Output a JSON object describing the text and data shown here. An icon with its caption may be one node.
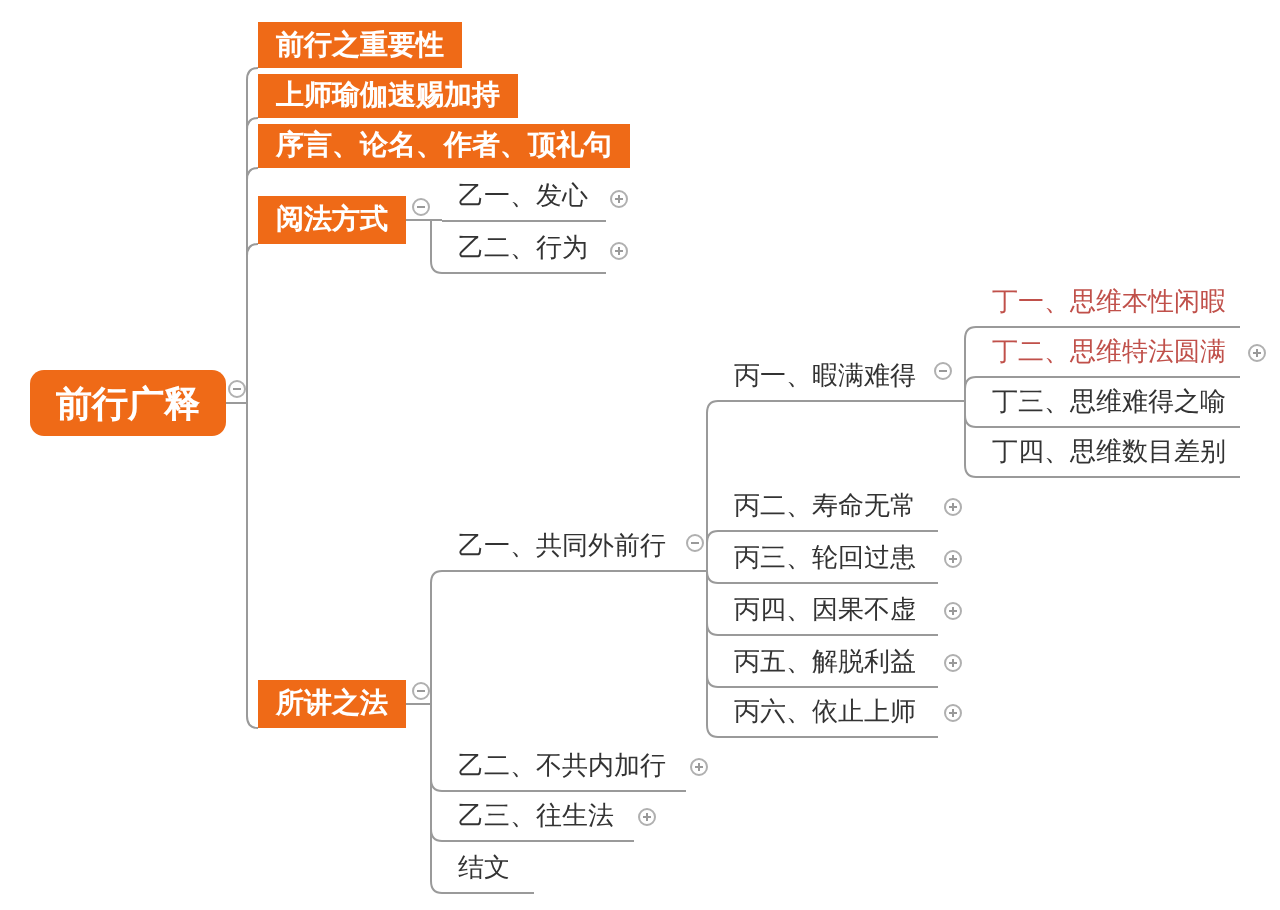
{
  "diagram": {
    "nodes": [
      {
        "text": [
          "前行广释"
        ]
      },
      {
        "text": [
          "前行之重要性"
        ]
      },
      {
        "text": [
          "上师瑜伽速赐加持"
        ]
      },
      {
        "text": [
          "序言、论名、作者、顶礼句"
        ]
      },
      {
        "text": [
          "阅法方式"
        ]
      },
      {
        "text": [
          "乙一、发心"
        ]
      },
      {
        "text": [
          "乙二、行为"
        ]
      },
      {
        "text": [
          "所讲之法"
        ]
      },
      {
        "text": [
          "乙一、共同外前行"
        ]
      },
      {
        "text": [
          "丙一、暇满难得"
        ]
      },
      {
        "text": [
          "丁一、思维本性闲暇"
        ]
      },
      {
        "text": [
          "丁二、思维特法圆满"
        ]
      },
      {
        "text": [
          "丁三、思维难得之喻"
        ]
      },
      {
        "text": [
          "丁四、思维数目差别"
        ]
      },
      {
        "text": [
          "丙二、寿命无常"
        ]
      },
      {
        "text": [
          "丙三、轮回过患"
        ]
      },
      {
        "text": [
          "丙四、因果不虚"
        ]
      },
      {
        "text": [
          "丙五、解脱利益"
        ]
      },
      {
        "text": [
          "丙六、依止上师"
        ]
      },
      {
        "text": [
          "乙二、不共内加行"
        ]
      },
      {
        "text": [
          "乙三、往生法"
        ]
      },
      {
        "text": [
          "结文"
        ]
      }
    ],
    "edges": [
      {
        "from": 0,
        "to": 1,
        "arrow": "none"
      },
      {
        "from": 0,
        "to": 2,
        "arrow": "none"
      },
      {
        "from": 0,
        "to": 3,
        "arrow": "none"
      },
      {
        "from": 0,
        "to": 4,
        "arrow": "none"
      },
      {
        "from": 0,
        "to": 7,
        "arrow": "none"
      },
      {
        "from": 4,
        "to": 5,
        "arrow": "none"
      },
      {
        "from": 4,
        "to": 6,
        "arrow": "none"
      },
      {
        "from": 7,
        "to": 8,
        "arrow": "none"
      },
      {
        "from": 7,
        "to": 19,
        "arrow": "none"
      },
      {
        "from": 7,
        "to": 20,
        "arrow": "none"
      },
      {
        "from": 7,
        "to": 21,
        "arrow": "none"
      },
      {
        "from": 8,
        "to": 9,
        "arrow": "none"
      },
      {
        "from": 8,
        "to": 14,
        "arrow": "none"
      },
      {
        "from": 8,
        "to": 15,
        "arrow": "none"
      },
      {
        "from": 8,
        "to": 16,
        "arrow": "none"
      },
      {
        "from": 8,
        "to": 17,
        "arrow": "none"
      },
      {
        "from": 8,
        "to": 18,
        "arrow": "none"
      },
      {
        "from": 9,
        "to": 10,
        "arrow": "none"
      },
      {
        "from": 9,
        "to": 11,
        "arrow": "none"
      },
      {
        "from": 9,
        "to": 12,
        "arrow": "none"
      },
      {
        "from": 9,
        "to": 13,
        "arrow": "none"
      }
    ]
  }
}
